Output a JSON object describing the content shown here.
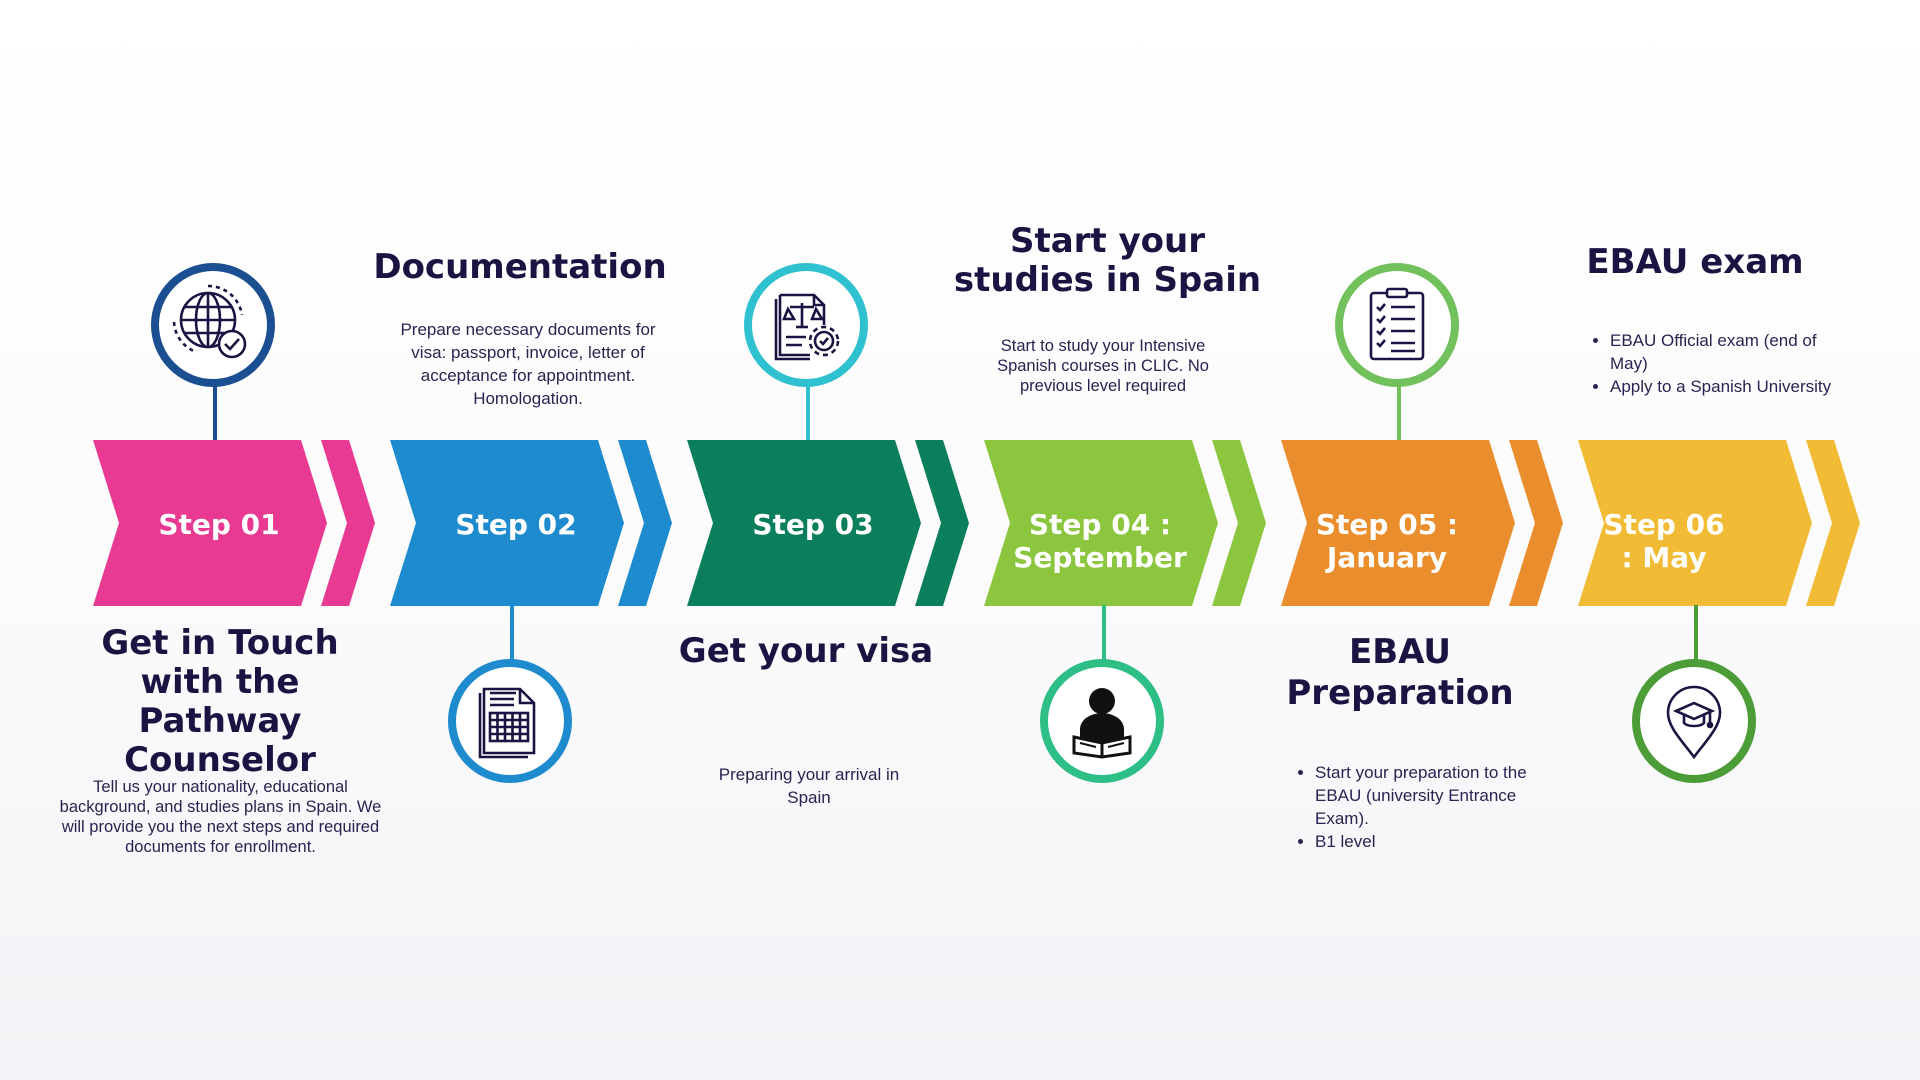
{
  "steps": [
    {
      "label": "Step 01",
      "color": "#e93a93",
      "title": "Get in Touch with the Pathway Counselor",
      "icon": "globe-check-icon",
      "desc": "Tell us your nationality, educational background, and studies plans in Spain. We will provide you the next steps and required documents for enrollment."
    },
    {
      "label": "Step 02",
      "color": "#1f8bcf",
      "title": "Documentation",
      "icon": "document-table-icon",
      "desc": "Prepare necessary documents for visa: passport, invoice, letter of acceptance for  appointment. Homologation."
    },
    {
      "label": "Step 03",
      "color": "#0b7f5b",
      "title": "Get your visa",
      "icon": "legal-document-gear-icon",
      "desc": "Preparing your arrival in Spain"
    },
    {
      "label": "Step 04 : September",
      "color": "#8cc63f",
      "title": "Start your studies in Spain",
      "icon": "student-reading-icon",
      "desc": "Start to study your Intensive Spanish courses in CLIC. No previous level required"
    },
    {
      "label": "Step 05 : January",
      "color": "#ea8d2c",
      "title": "EBAU Preparation",
      "icon": "checklist-icon",
      "bullets": [
        "Start your preparation to the EBAU (university Entrance Exam).",
        "B1 level"
      ]
    },
    {
      "label": "Step 06 : May",
      "color": "#f2bb36",
      "title": "EBAU exam",
      "icon": "graduation-pin-icon",
      "bullets": [
        "EBAU Official exam (end of May)",
        "Apply to a Spanish University"
      ]
    }
  ],
  "ring_colors": [
    "#1b4f91",
    "#1f8bcf",
    "#2fc1cf",
    "#2ebf86",
    "#72c15c",
    "#4c9c38"
  ]
}
